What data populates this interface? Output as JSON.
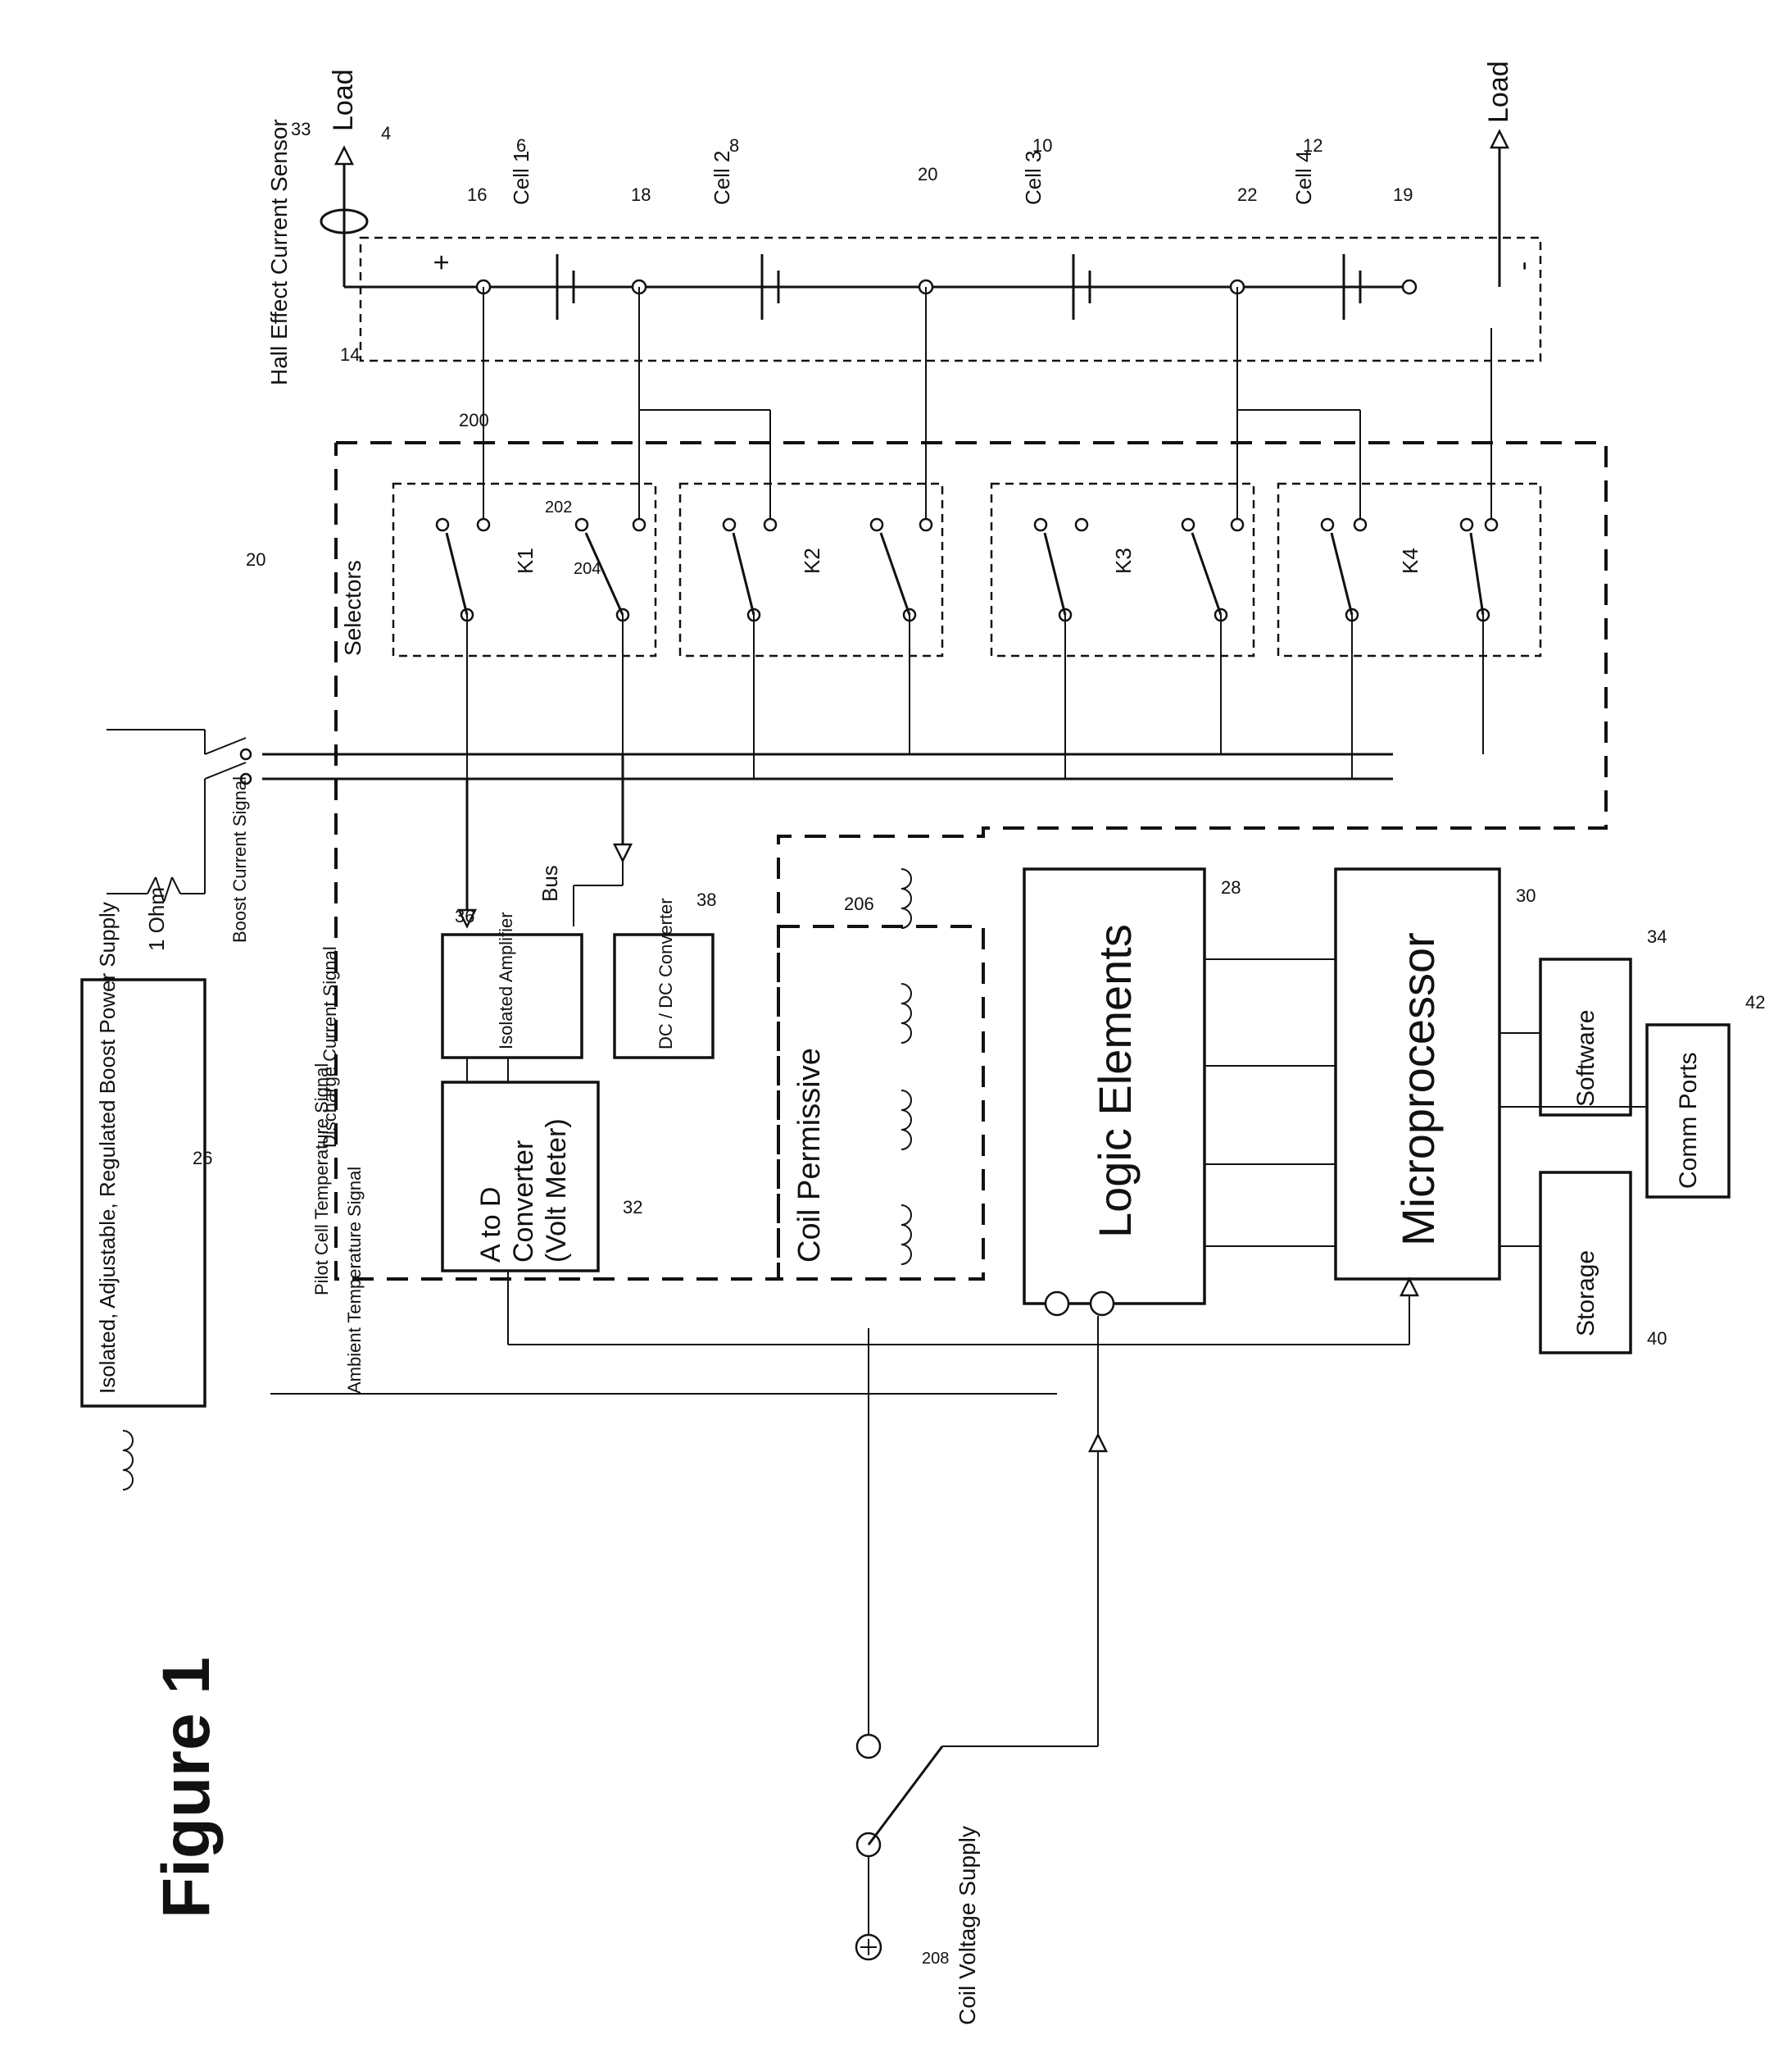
{
  "figure_title": "Figure 1",
  "blocks": {
    "boost_power_supply": "Isolated, Adjustable, Regulated Boost Power Supply",
    "ad_converter_line1": "A to D",
    "ad_converter_line2": "Converter",
    "ad_converter_line3": "(Volt Meter)",
    "isolated_amplifier": "Isolated Amplifier",
    "dc_dc_converter": "DC / DC Converter",
    "logic_elements": "Logic Elements",
    "microprocessor": "Microprocessor",
    "software": "Software",
    "comm_ports": "Comm Ports",
    "storage": "Storage",
    "coil_permissive": "Coil Permissive",
    "selectors": "Selectors"
  },
  "signals": {
    "boost_current": "Boost Current Signal",
    "discharge_current": "Discharge Current Signal",
    "pilot_cell_temp": "Pilot Cell Temperature Signal",
    "ambient_temp": "Ambient Temperature Signal",
    "resistor": "1 Ohm",
    "bus": "Bus",
    "hall_effect": "Hall Effect Current Sensor",
    "coil_voltage_supply": "Coil Voltage Supply",
    "load_top": "Load",
    "load_bottom": "Load",
    "plus": "+",
    "minus": "-"
  },
  "cells": [
    "Cell 1",
    "Cell 2",
    "Cell 3",
    "Cell 4"
  ],
  "relays": [
    "K1",
    "K2",
    "K3",
    "K4"
  ],
  "ref_numerals": {
    "n4": "4",
    "n6": "6",
    "n8": "8",
    "n10": "10",
    "n12": "12",
    "n14": "14",
    "n16": "16",
    "n18": "18",
    "n19": "19",
    "n20a": "20",
    "n20b": "20",
    "n22": "22",
    "n26": "26",
    "n28": "28",
    "n30": "30",
    "n32": "32",
    "n33": "33",
    "n34": "34",
    "n36": "36",
    "n38": "38",
    "n40": "40",
    "n42": "42",
    "n200": "200",
    "n202": "202",
    "n204": "204",
    "n206": "206",
    "n208": "208"
  }
}
